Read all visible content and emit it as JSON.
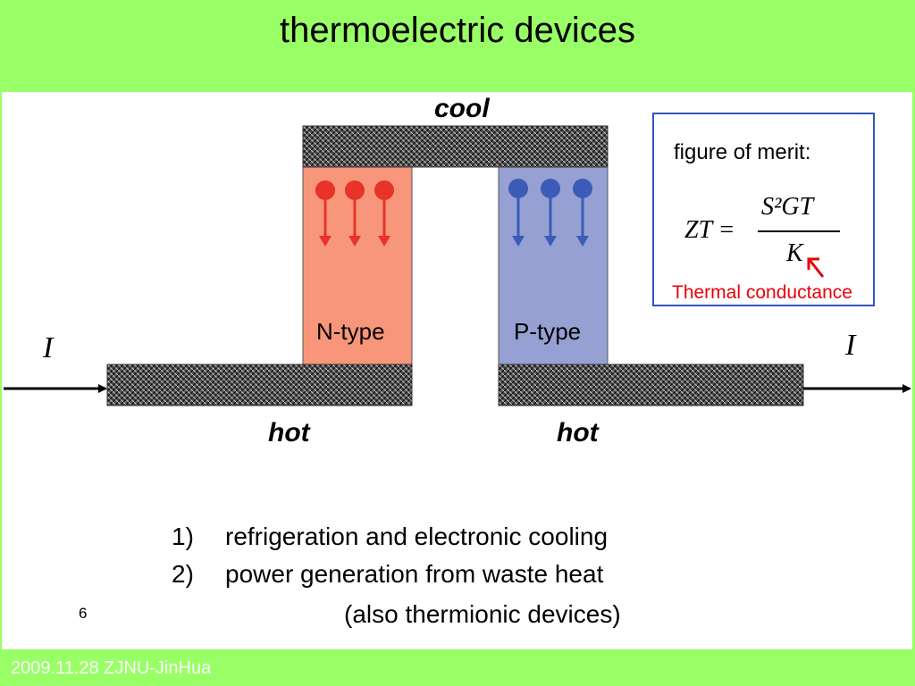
{
  "slide": {
    "title": "thermoelectric devices",
    "footer": "2009.11.28 ZJNU-JinHua",
    "page_number": "6"
  },
  "diagram": {
    "top_label": "cool",
    "bottom_left_label": "hot",
    "bottom_right_label": "hot",
    "current_left": "I",
    "current_right": "I",
    "n_type": "N-type",
    "p_type": "P-type",
    "colors": {
      "n_type": "#f7967a",
      "p_type": "#96a0d2",
      "n_arrows": "#e8322a",
      "p_arrows": "#3b5cb6",
      "conductor": "#555555"
    }
  },
  "merit": {
    "label": "figure of merit:",
    "lhs": "ZT =",
    "numerator": "S²GT",
    "denominator": "K",
    "annotation": "Thermal conductance"
  },
  "applications": [
    {
      "num": "1)",
      "text": "refrigeration and electronic cooling"
    },
    {
      "num": "2)",
      "text": "power generation from waste heat"
    }
  ],
  "note": "(also thermionic devices)"
}
